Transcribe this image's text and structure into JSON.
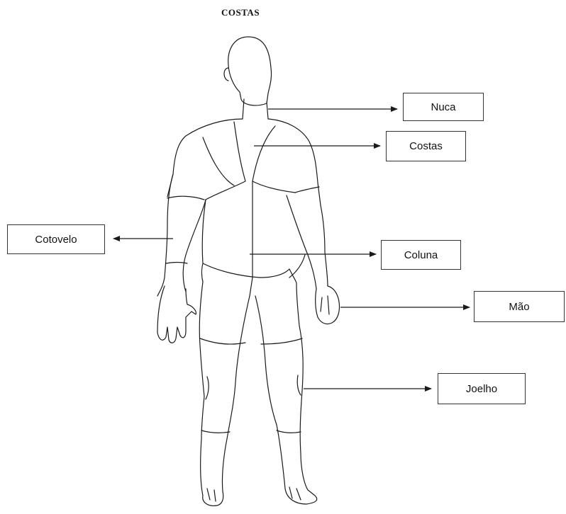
{
  "diagram": {
    "title": "COSTAS",
    "labels": {
      "nuca": "Nuca",
      "costas": "Costas",
      "cotovelo": "Cotovelo",
      "coluna": "Coluna",
      "mao": "Mão",
      "joelho": "Joelho"
    }
  },
  "colors": {
    "line": "#1a1a1a",
    "background": "#ffffff"
  }
}
